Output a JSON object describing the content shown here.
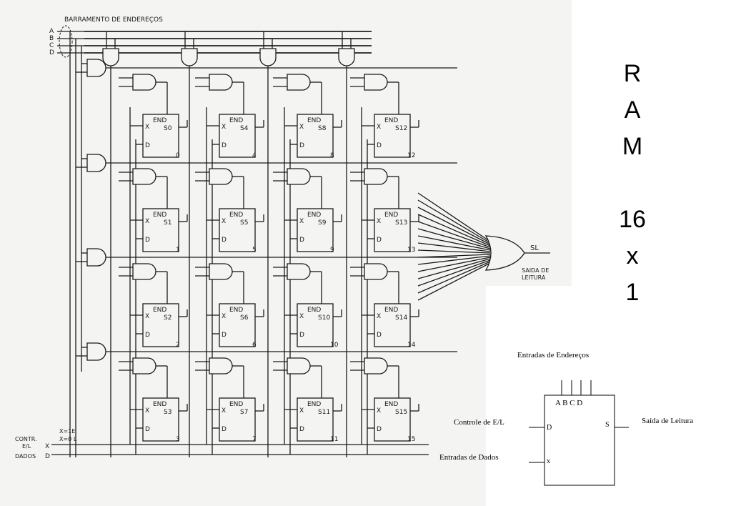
{
  "bus": {
    "title": "BARRAMENTO DE ENDEREÇOS",
    "lines": [
      "A",
      "B",
      "C",
      "D"
    ]
  },
  "cells": [
    {
      "end": "END",
      "x": "X",
      "d": "D",
      "s": "S0",
      "num": "0"
    },
    {
      "end": "END",
      "x": "X",
      "d": "D",
      "s": "S1",
      "num": "1"
    },
    {
      "end": "END",
      "x": "X",
      "d": "D",
      "s": "S2",
      "num": "2"
    },
    {
      "end": "END",
      "x": "X",
      "d": "D",
      "s": "S3",
      "num": "3"
    },
    {
      "end": "END",
      "x": "X",
      "d": "D",
      "s": "S4",
      "num": "4"
    },
    {
      "end": "END",
      "x": "X",
      "d": "D",
      "s": "S5",
      "num": "5"
    },
    {
      "end": "END",
      "x": "X",
      "d": "D",
      "s": "S6",
      "num": "6"
    },
    {
      "end": "END",
      "x": "X",
      "d": "D",
      "s": "S7",
      "num": "7"
    },
    {
      "end": "END",
      "x": "X",
      "d": "D",
      "s": "S8",
      "num": "8"
    },
    {
      "end": "END",
      "x": "X",
      "d": "D",
      "s": "S9",
      "num": "9"
    },
    {
      "end": "END",
      "x": "X",
      "d": "D",
      "s": "S10",
      "num": "10"
    },
    {
      "end": "END",
      "x": "X",
      "d": "D",
      "s": "S11",
      "num": "11"
    },
    {
      "end": "END",
      "x": "X",
      "d": "D",
      "s": "S12",
      "num": "12"
    },
    {
      "end": "END",
      "x": "X",
      "d": "D",
      "s": "S13",
      "num": "13"
    },
    {
      "end": "END",
      "x": "X",
      "d": "D",
      "s": "S14",
      "num": "14"
    },
    {
      "end": "END",
      "x": "X",
      "d": "D",
      "s": "S15",
      "num": "15"
    }
  ],
  "output": {
    "label": "SL",
    "caption_line1": "SAIDA DE",
    "caption_line2": "LEITURA"
  },
  "control": {
    "label1": "CONTR.",
    "label2": "E/L",
    "pin": "X",
    "mode_write": "X=1E",
    "mode_read": "X=0 L",
    "data_label": "DADOS",
    "data_pin": "D"
  },
  "title_letters": [
    "R",
    "A",
    "M",
    "",
    "16",
    "x",
    "1"
  ],
  "block": {
    "address_inputs": "Entradas de Endereços",
    "pins": "A B C D",
    "control": "Controle de E/L",
    "data_inputs": "Entradas de Dados",
    "read_output": "Saída de Leitura",
    "pin_d": "D",
    "pin_x": "x",
    "pin_s": "S"
  }
}
